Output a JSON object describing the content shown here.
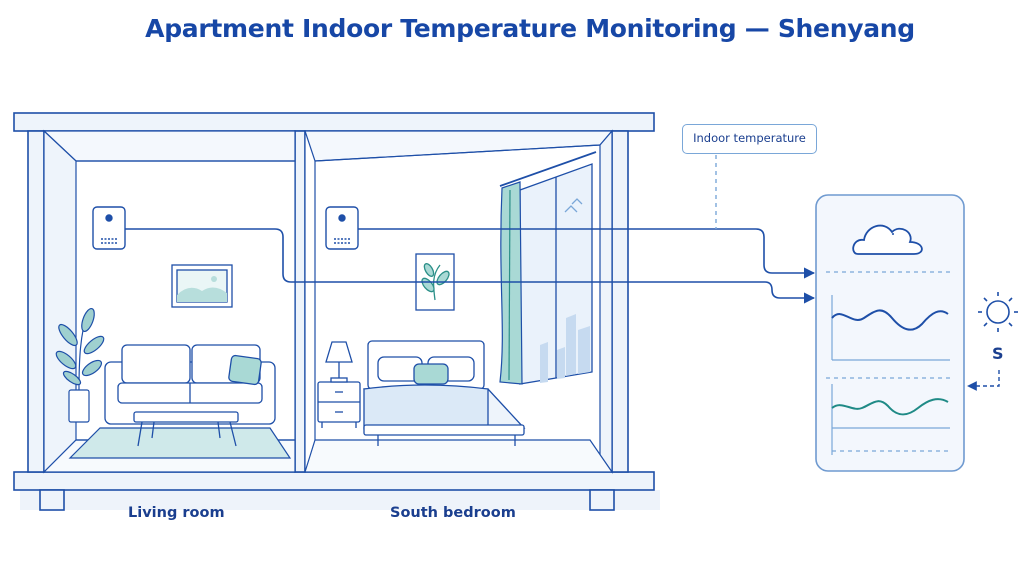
{
  "title": "Apartment Indoor Temperature Monitoring — Shenyang",
  "rooms": {
    "living_room": "Living room",
    "south_bedroom": "South bedroom"
  },
  "callout": "Indoor temperature",
  "sun_marker": "S",
  "colors": {
    "title": "#1747a6",
    "line": "#1e4fa8",
    "fill": "#eef4fb",
    "wave_top": "#1e4fa8",
    "wave_bottom": "#1f8a86"
  }
}
